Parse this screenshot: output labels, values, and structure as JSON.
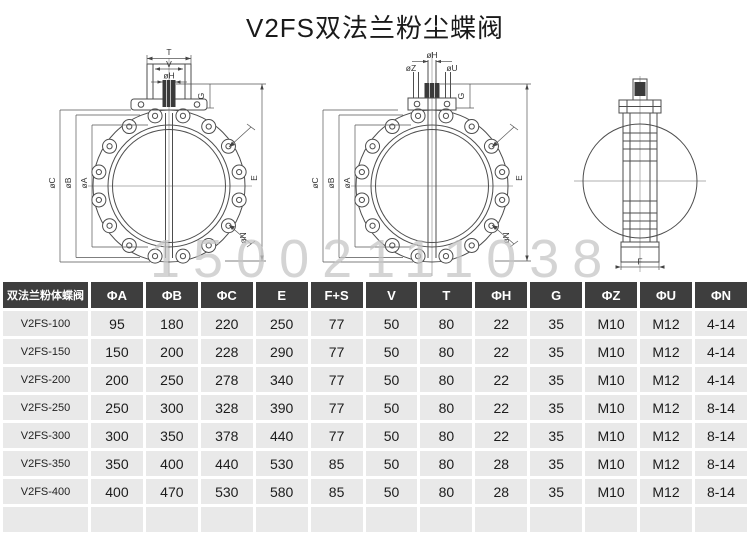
{
  "title": "V2FS双法兰粉尘蝶阀",
  "watermark": "15002111038",
  "labels": {
    "t": "T",
    "v": "V",
    "h": "øH",
    "g": "G",
    "c": "øC",
    "b": "øB",
    "a": "øA",
    "e": "E",
    "n": "øN",
    "z": "øZ",
    "u": "øU",
    "f": "F"
  },
  "colors": {
    "header_bg": "#3e3e3e",
    "header_text": "#ffffff",
    "row_bg": "#e9e9e9",
    "watermark_text": "#c6c6c6",
    "line": "#4d4d4d"
  },
  "table": {
    "col0_header": "双法兰粉体蝶阀",
    "columns": [
      "ΦA",
      "ΦB",
      "ΦC",
      "E",
      "F+S",
      "V",
      "T",
      "ΦH",
      "G",
      "ΦZ",
      "ΦU",
      "ΦN"
    ],
    "rows": [
      {
        "model": "V2FS-100",
        "values": [
          "95",
          "180",
          "220",
          "250",
          "77",
          "50",
          "80",
          "22",
          "35",
          "M10",
          "M12",
          "4-14"
        ]
      },
      {
        "model": "V2FS-150",
        "values": [
          "150",
          "200",
          "228",
          "290",
          "77",
          "50",
          "80",
          "22",
          "35",
          "M10",
          "M12",
          "4-14"
        ]
      },
      {
        "model": "V2FS-200",
        "values": [
          "200",
          "250",
          "278",
          "340",
          "77",
          "50",
          "80",
          "22",
          "35",
          "M10",
          "M12",
          "4-14"
        ]
      },
      {
        "model": "V2FS-250",
        "values": [
          "250",
          "300",
          "328",
          "390",
          "77",
          "50",
          "80",
          "22",
          "35",
          "M10",
          "M12",
          "8-14"
        ]
      },
      {
        "model": "V2FS-300",
        "values": [
          "300",
          "350",
          "378",
          "440",
          "77",
          "50",
          "80",
          "22",
          "35",
          "M10",
          "M12",
          "8-14"
        ]
      },
      {
        "model": "V2FS-350",
        "values": [
          "350",
          "400",
          "440",
          "530",
          "85",
          "50",
          "80",
          "28",
          "35",
          "M10",
          "M12",
          "8-14"
        ]
      },
      {
        "model": "V2FS-400",
        "values": [
          "400",
          "470",
          "530",
          "580",
          "85",
          "50",
          "80",
          "28",
          "35",
          "M10",
          "M12",
          "8-14"
        ]
      }
    ]
  }
}
